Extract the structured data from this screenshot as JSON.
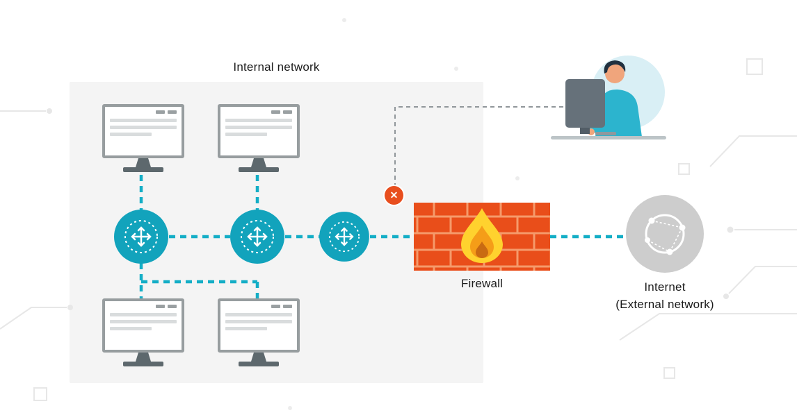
{
  "labels": {
    "internal_network": "Internal network",
    "firewall": "Firewall",
    "internet_line1": "Internet",
    "internet_line2": "(External network)"
  },
  "icons": {
    "blocked_x": "✕",
    "router": "crossed-arrows-circle",
    "monitor": "desktop-computer",
    "firewall": "brick-wall-with-flame",
    "internet": "globe-network",
    "person": "person-at-computer"
  },
  "colors": {
    "teal": "#12A3BC",
    "connection_teal": "#14AEC6",
    "panel_bg": "#F4F4F4",
    "firewall_brick": "#E94E1A",
    "firewall_mortar": "#F59A6B",
    "flame_yellow": "#FFD22E",
    "flame_orange": "#F59D18",
    "internet_gray": "#CDCDCD",
    "blocked_red": "#E84E1E",
    "dashed_line_gray": "#90969A",
    "decor_gray": "#E7E7E7"
  }
}
